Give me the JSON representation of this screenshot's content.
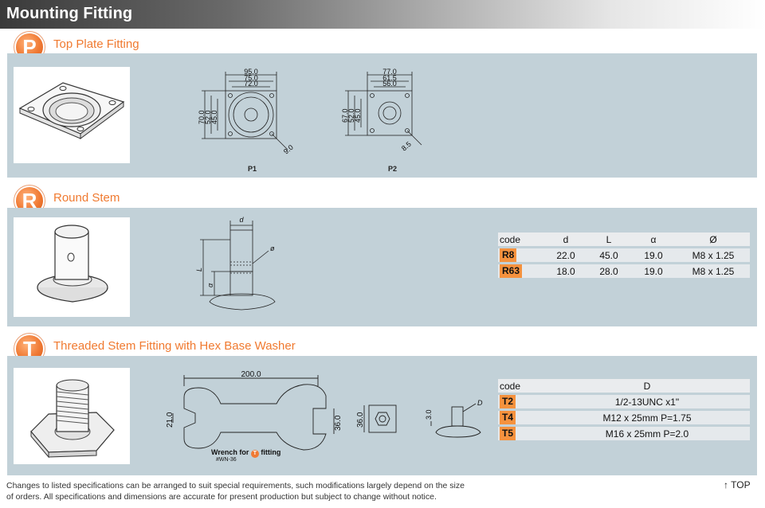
{
  "page": {
    "title": "Mounting Fitting"
  },
  "sections": {
    "p": {
      "badge": "P",
      "title": "Top Plate Fitting",
      "p1": {
        "caption": "P1",
        "dims": [
          "95.0",
          "75.0",
          "72.0",
          "70.0",
          "52.0",
          "45.0",
          "9.0"
        ]
      },
      "p2": {
        "caption": "P2",
        "dims": [
          "77.0",
          "61.5",
          "56.0",
          "67.0",
          "52.0",
          "45.0",
          "8.5"
        ]
      }
    },
    "r": {
      "badge": "R",
      "title": "Round Stem",
      "drawing_labels": [
        "d",
        "ø",
        "L",
        "α"
      ],
      "table": {
        "headers": [
          "code",
          "d",
          "L",
          "α",
          "Ø"
        ],
        "rows": [
          [
            "R8",
            "22.0",
            "45.0",
            "19.0",
            "M8 x 1.25"
          ],
          [
            "R63",
            "18.0",
            "28.0",
            "19.0",
            "M8 x 1.25"
          ]
        ]
      }
    },
    "t": {
      "badge": "T",
      "title": "Threaded Stem Fitting with Hex Base Washer",
      "wrench": {
        "length": "200.0",
        "end_a": "21.0",
        "end_b": "36.0",
        "label_prefix": "Wrench for",
        "label_logo": "T",
        "label_suffix": "fitting",
        "part": "#WN-36"
      },
      "hex": {
        "dim": "36.0"
      },
      "side": {
        "dim": "3.0",
        "label": "D"
      },
      "table": {
        "headers": [
          "code",
          "D"
        ],
        "rows": [
          [
            "T2",
            "1/2-13UNC x1\""
          ],
          [
            "T4",
            "M12 x 25mm P=1.75"
          ],
          [
            "T5",
            "M16 x 25mm P=2.0"
          ]
        ]
      }
    }
  },
  "footer": {
    "line1": "Changes to listed specifications can be arranged to suit special requirements, such modifications largely depend on the size",
    "line2": "of orders. All specifications and dimensions are accurate for present production but subject to change without notice.",
    "top_link": "↑ TOP"
  }
}
